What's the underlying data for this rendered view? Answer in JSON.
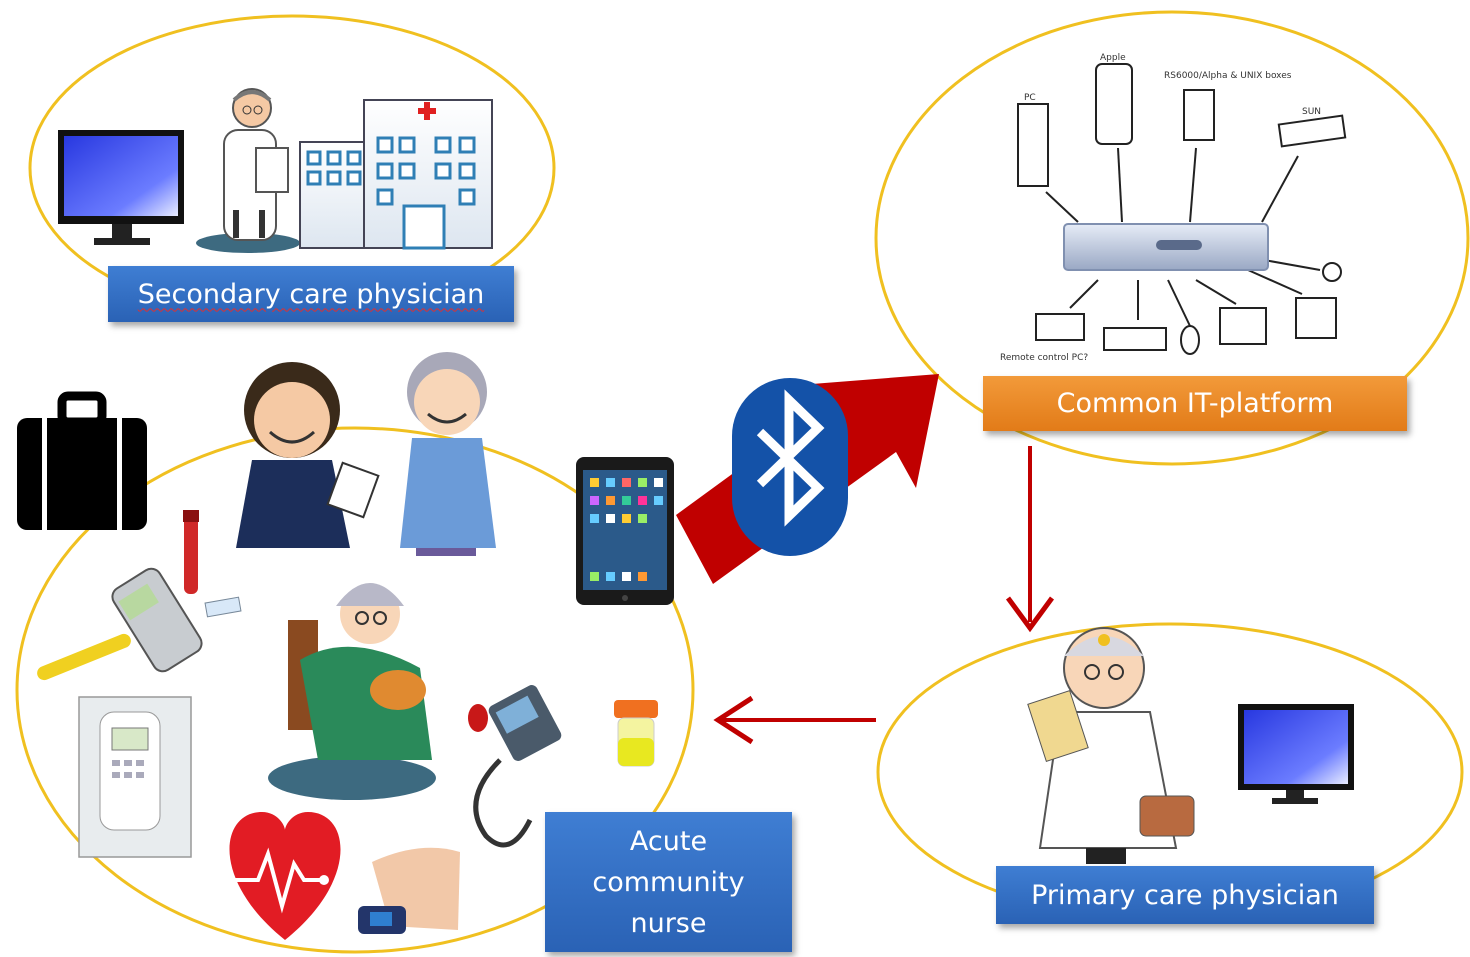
{
  "labels": {
    "secondary_care": "Secondary care physician",
    "it_platform": "Common IT-platform",
    "community_nurse": "Acute\ncommunity\nnurse",
    "primary_care": "Primary care physician"
  },
  "network_sketch": {
    "pc": "PC",
    "apple": "Apple",
    "rs": "RS6000/Alpha & UNIX boxes",
    "sun": "SUN",
    "remote": "Remote control PC?"
  },
  "colors": {
    "ellipse": "#f0c020",
    "label_blue": "#3670c4",
    "label_orange": "#ea8a28",
    "arrow_red": "#c00000",
    "bluetooth": "#1452a8"
  },
  "icons": [
    "monitor-icon",
    "doctor-icon",
    "hospital-icon",
    "nurse-icon",
    "briefcase-icon",
    "tablet-icon",
    "bluetooth-icon",
    "thermometer-icon",
    "glucometer-icon",
    "blood-tube-icon",
    "blood-pressure-monitor-icon",
    "urine-sample-icon",
    "heart-ecg-icon",
    "pulse-oximeter-icon",
    "patient-icon",
    "server-icon",
    "gp-doctor-icon"
  ]
}
